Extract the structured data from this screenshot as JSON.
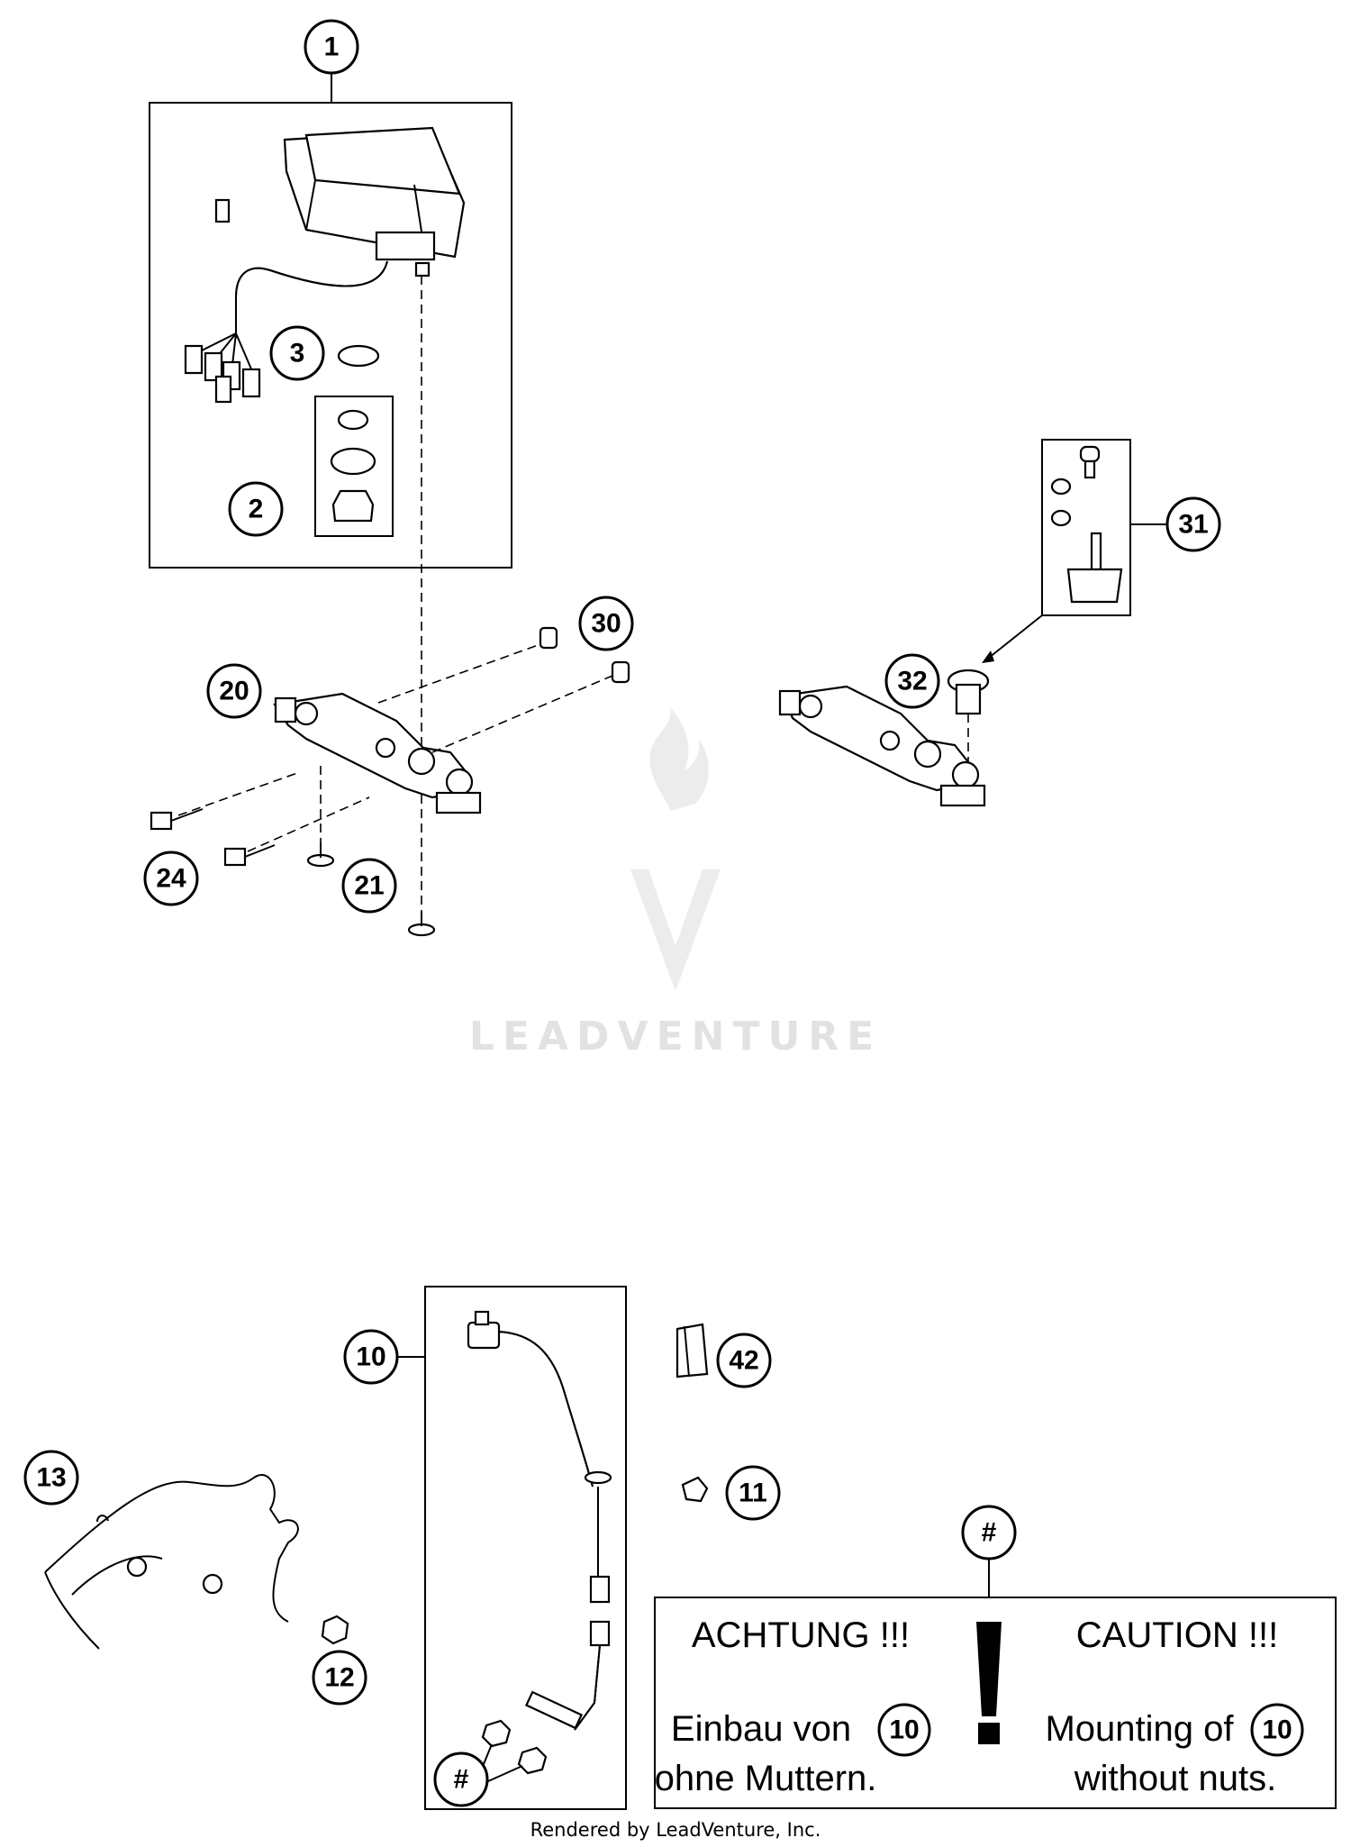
{
  "callouts": {
    "c1": "1",
    "c2": "2",
    "c3": "3",
    "c10": "10",
    "c11": "11",
    "c12": "12",
    "c13": "13",
    "c20": "20",
    "c21": "21",
    "c24": "24",
    "c30": "30",
    "c31": "31",
    "c32": "32",
    "c42": "42",
    "c_hash_top": "#",
    "c_hash_bottom": "#"
  },
  "caution": {
    "de_heading": "ACHTUNG !!!",
    "en_heading": "CAUTION !!!",
    "de_line1": "Einbau von",
    "de_line2": "ohne Muttern.",
    "en_line1": "Mounting of",
    "en_line2": "without nuts.",
    "ref_de": "10",
    "ref_en": "10"
  },
  "watermark": {
    "text": "LEADVENTURE"
  },
  "footer": {
    "text": "Rendered by LeadVenture, Inc."
  }
}
